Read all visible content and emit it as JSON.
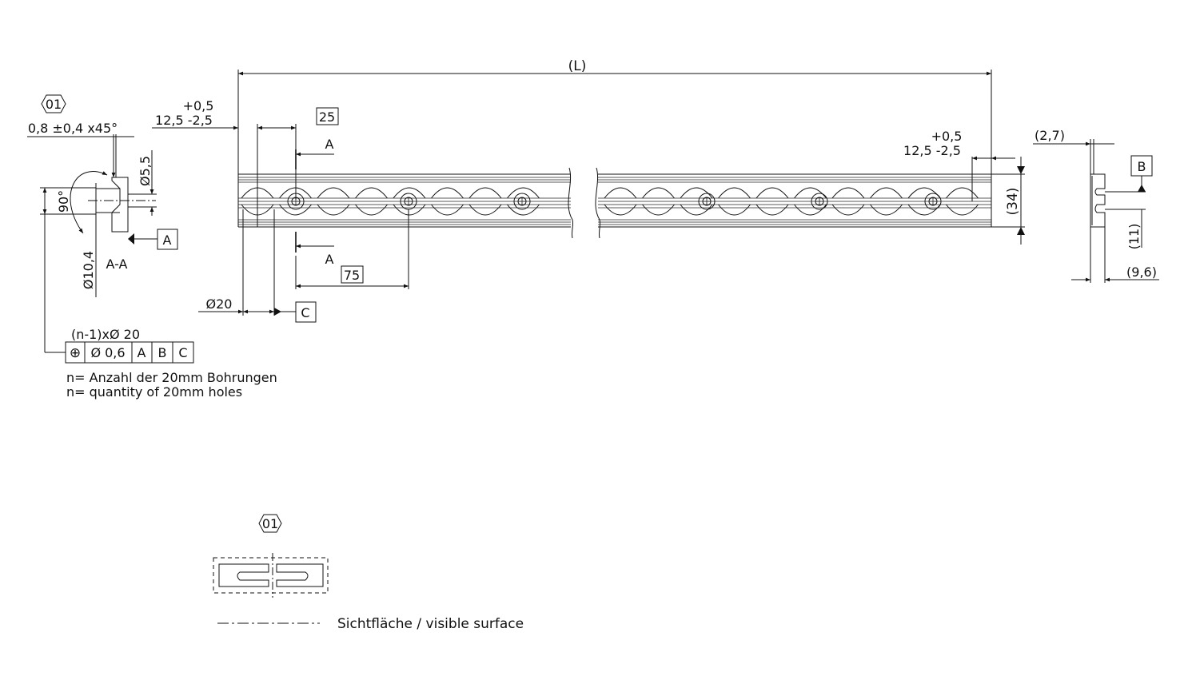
{
  "overall_length": "(L)",
  "end_tolerance_upper": "+0,5",
  "end_tolerance_main": "12,5 -2,5",
  "end_tolerance_upper_right": "+0,5",
  "end_tolerance_main_right": "12,5 -2,5",
  "pitch_start": "25",
  "pitch": "75",
  "section_letter_top": "A",
  "section_letter_bottom": "A",
  "hole_diameter": "Ø20",
  "datum_c": "C",
  "height": "(34)",
  "section_view": {
    "marker": "01",
    "chamfer": "0,8 ±0,4 x45°",
    "angle": "90°",
    "bore": "Ø5,5",
    "counterbore": "Ø10,4",
    "label": "A-A",
    "datum_a": "A"
  },
  "profile_view": {
    "width_top": "(2,7)",
    "datum_b": "B",
    "height_11": "(11)",
    "width_bottom": "(9,6)"
  },
  "tolerance_frame": {
    "header": "(n-1)xØ 20",
    "symbol": "⊕",
    "value": "Ø 0,6",
    "datums": [
      "A",
      "B",
      "C"
    ]
  },
  "notes": [
    "n= Anzahl der 20mm Bohrungen",
    "n= quantity of 20mm holes"
  ],
  "legend": {
    "marker": "01",
    "text": "Sichtfläche / visible surface"
  }
}
